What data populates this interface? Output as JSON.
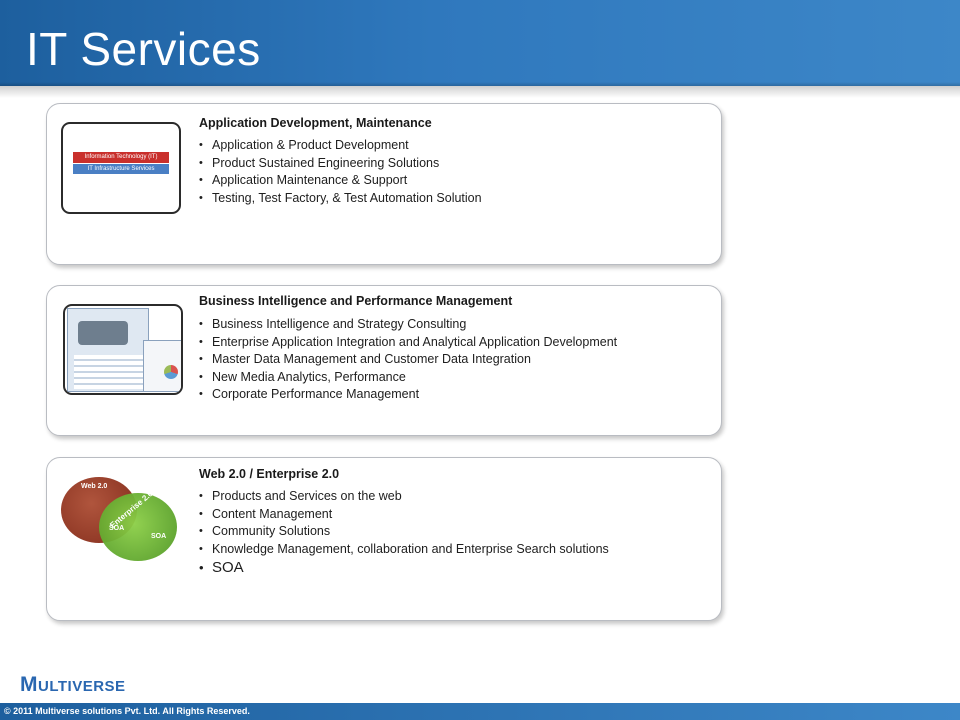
{
  "page": {
    "title": "IT Services",
    "colors": {
      "header_blue": "#2f78bd",
      "accent_red": "#c9302c",
      "accent_green": "#5aa12a"
    }
  },
  "sections": [
    {
      "heading": "Application Development, Maintenance",
      "bullets": [
        "Application & Product Development",
        "Product Sustained Engineering Solutions",
        "Application Maintenance & Support",
        "Testing, Test Factory, & Test Automation Solution"
      ],
      "thumb_labels": [
        "Information Technology (IT)",
        "IT Infrastructure Services"
      ]
    },
    {
      "heading": "Business Intelligence and Performance Management",
      "bullets": [
        "Business Intelligence and Strategy Consulting",
        "Enterprise Application Integration and Analytical Application Development",
        "Master Data Management and Customer Data Integration",
        "New Media Analytics, Performance",
        "Corporate Performance Management"
      ]
    },
    {
      "heading": "Web 2.0 / Enterprise 2.0",
      "bullets": [
        "Products and Services on the web",
        "Content Management",
        "Community Solutions",
        "Knowledge Management, collaboration and Enterprise Search solutions",
        "SOA"
      ],
      "thumb_labels": [
        "Web 2.0",
        "Enterprise 2.0",
        "SOA",
        "SOA"
      ]
    }
  ],
  "footer": {
    "logo": "Multiverse",
    "copyright": "© 2011 Multiverse solutions Pvt. Ltd. All Rights Reserved."
  }
}
